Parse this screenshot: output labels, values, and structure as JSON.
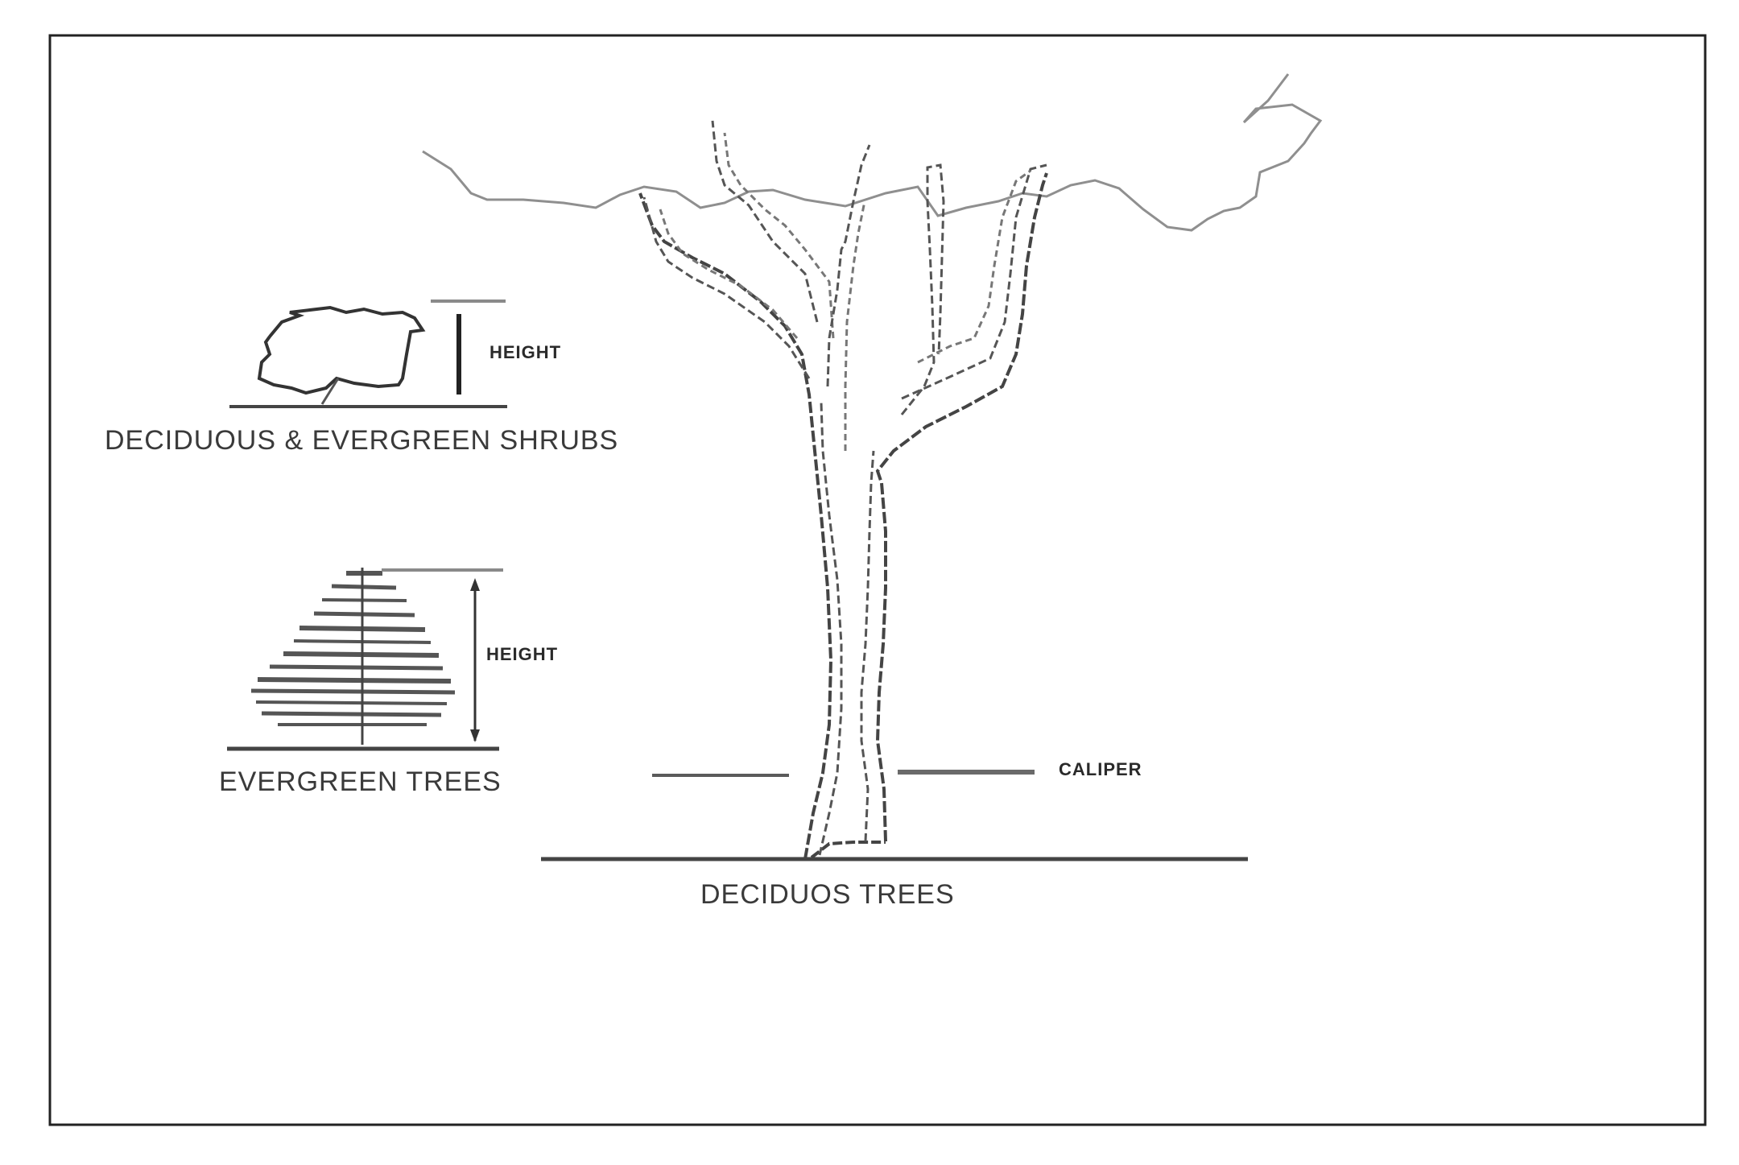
{
  "labels": {
    "shrubs_height": "HEIGHT",
    "shrubs_caption": "DECIDUOUS & EVERGREEN SHRUBS",
    "evergreen_height": "HEIGHT",
    "evergreen_caption": "EVERGREEN TREES",
    "caliper": "CALIPER",
    "deciduous_caption": "DECIDUOS TREES"
  },
  "colors": {
    "frame": "#222222",
    "line": "#555555",
    "light_line": "#9a9a9a",
    "text": "#3a3a3a"
  }
}
